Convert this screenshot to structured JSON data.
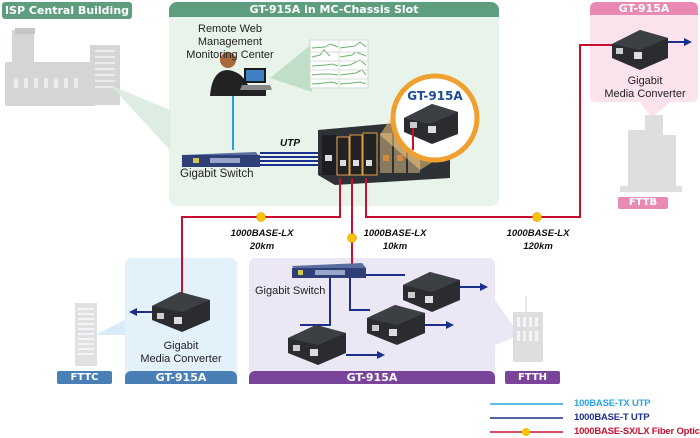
{
  "zones": {
    "isp": {
      "title": "ISP Central Building",
      "color": "#5e9e7e"
    },
    "chassis": {
      "title": "GT-915A in MC-Chassis Slot",
      "color": "#5e9e7e",
      "bg": "#e8f3ea"
    },
    "fttb": {
      "title": "GT-915A",
      "tag": "FTTB",
      "color": "#e88ab4",
      "bg": "#fbe3ee"
    },
    "fttc": {
      "title": "GT-915A",
      "tag": "FTTC",
      "color": "#4a7fb5",
      "bg": "#e3f1fb"
    },
    "ftth": {
      "title": "GT-915A",
      "tag": "FTTH",
      "color": "#7a449a",
      "bg": "#ece7f4"
    }
  },
  "labels": {
    "remote_mgmt_line1": "Remote Web Management",
    "remote_mgmt_line2": "Monitoring Center",
    "utp": "UTP",
    "gigabit_switch_core": "Gigabit Switch",
    "gigabit_switch_ftth": "Gigabit Switch",
    "callout_model": "GT-915A",
    "converter_fttb_line1": "Gigabit",
    "converter_fttb_line2": "Media Converter",
    "converter_fttc_line1": "Gigabit",
    "converter_fttc_line2": "Media Converter"
  },
  "links": [
    {
      "type": "1000BASE-LX",
      "distance": "20km"
    },
    {
      "type": "1000BASE-LX",
      "distance": "10km"
    },
    {
      "type": "1000BASE-LX",
      "distance": "120km"
    }
  ],
  "legend": [
    {
      "label": "100BASE-TX UTP",
      "color": "#29a3e0"
    },
    {
      "label": "1000BASE-T UTP",
      "color": "#1d2f8c"
    },
    {
      "label": "1000BASE-SX/LX Fiber Optic",
      "color": "#c8102e",
      "marker": "1000"
    }
  ],
  "colors": {
    "fiber": "#c8102e",
    "utp_gigabit": "#1d2f8c",
    "utp_fast": "#29a3e0",
    "fiber_marker": "#f7c400",
    "callout_ring": "#f0a030",
    "callout_text": "#1d4a9c"
  }
}
